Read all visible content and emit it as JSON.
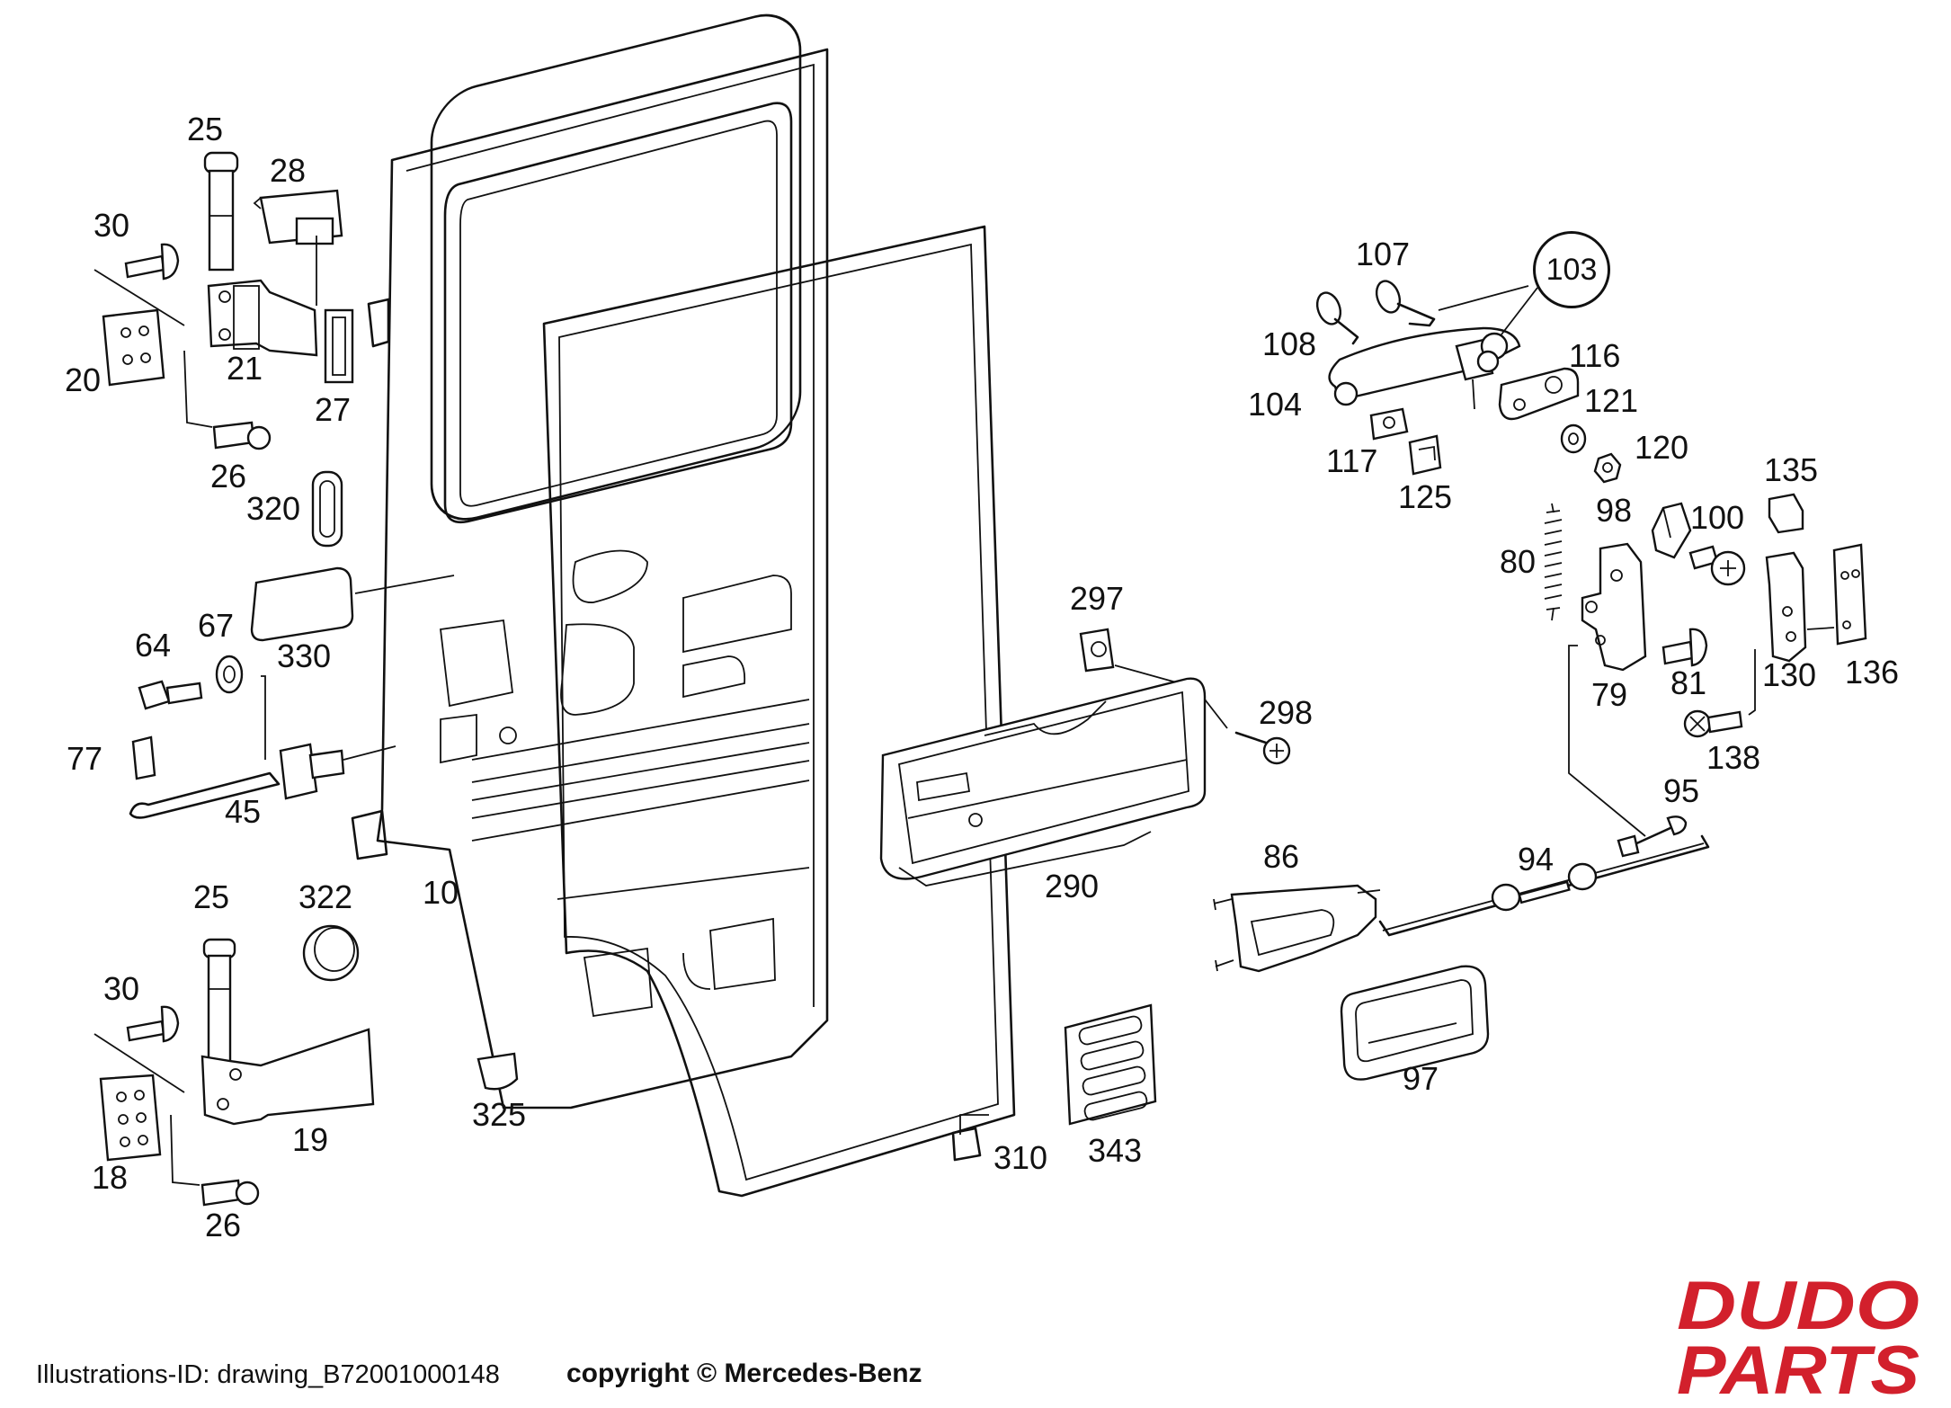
{
  "labels": [
    {
      "id": "p25-top",
      "text": "25"
    },
    {
      "id": "p28",
      "text": "28"
    },
    {
      "id": "p30-top",
      "text": "30"
    },
    {
      "id": "p20",
      "text": "20"
    },
    {
      "id": "p21",
      "text": "21"
    },
    {
      "id": "p27",
      "text": "27"
    },
    {
      "id": "p26-top",
      "text": "26"
    },
    {
      "id": "p320",
      "text": "320"
    },
    {
      "id": "p67",
      "text": "67"
    },
    {
      "id": "p330",
      "text": "330"
    },
    {
      "id": "p64",
      "text": "64"
    },
    {
      "id": "p77",
      "text": "77"
    },
    {
      "id": "p45",
      "text": "45"
    },
    {
      "id": "p10",
      "text": "10"
    },
    {
      "id": "p25-bottom",
      "text": "25"
    },
    {
      "id": "p322",
      "text": "322"
    },
    {
      "id": "p30-bottom",
      "text": "30"
    },
    {
      "id": "p19",
      "text": "19"
    },
    {
      "id": "p18",
      "text": "18"
    },
    {
      "id": "p26-bottom",
      "text": "26"
    },
    {
      "id": "p325",
      "text": "325"
    },
    {
      "id": "p297",
      "text": "297"
    },
    {
      "id": "p298",
      "text": "298"
    },
    {
      "id": "p290",
      "text": "290"
    },
    {
      "id": "p343",
      "text": "343"
    },
    {
      "id": "p310",
      "text": "310"
    },
    {
      "id": "p107",
      "text": "107"
    },
    {
      "id": "p103",
      "text": "103"
    },
    {
      "id": "p108",
      "text": "108"
    },
    {
      "id": "p116",
      "text": "116"
    },
    {
      "id": "p104",
      "text": "104"
    },
    {
      "id": "p121",
      "text": "121"
    },
    {
      "id": "p117",
      "text": "117"
    },
    {
      "id": "p120",
      "text": "120"
    },
    {
      "id": "p125",
      "text": "125"
    },
    {
      "id": "p135",
      "text": "135"
    },
    {
      "id": "p98",
      "text": "98"
    },
    {
      "id": "p100",
      "text": "100"
    },
    {
      "id": "p80",
      "text": "80"
    },
    {
      "id": "p79",
      "text": "79"
    },
    {
      "id": "p81",
      "text": "81"
    },
    {
      "id": "p130",
      "text": "130"
    },
    {
      "id": "p136",
      "text": "136"
    },
    {
      "id": "p138",
      "text": "138"
    },
    {
      "id": "p95",
      "text": "95"
    },
    {
      "id": "p86",
      "text": "86"
    },
    {
      "id": "p94",
      "text": "94"
    },
    {
      "id": "p97",
      "text": "97"
    }
  ],
  "footer": {
    "illustration_id": "Illustrations-ID: drawing_B72001000148",
    "copyright": "copyright © Mercedes-Benz"
  },
  "logo": {
    "line1": "DUDO",
    "line2": "PARTS",
    "color": "#d2202c"
  },
  "colors": {
    "ink": "#111111",
    "background": "#ffffff"
  }
}
